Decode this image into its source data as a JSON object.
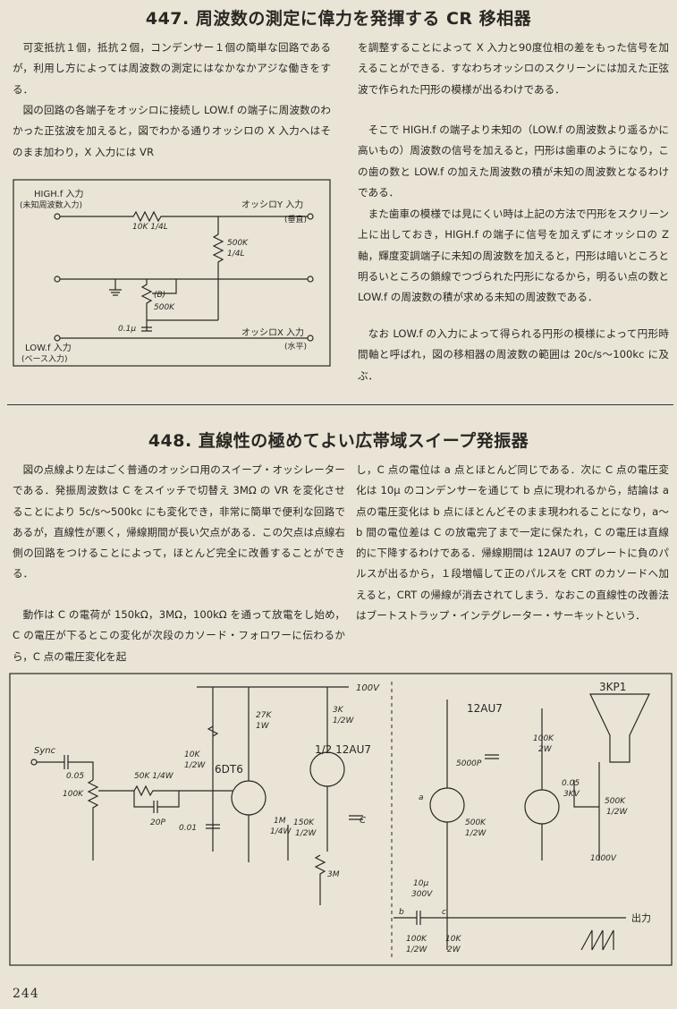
{
  "article447": {
    "title": "447. 周波数の測定に偉力を発揮する CR 移相器",
    "left_paragraphs": [
      "可変抵抗１個，抵抗２個，コンデンサー１個の簡単な回路であるが，利用し方によっては周波数の測定にはなかなかアジな働きをする．",
      "図の回路の各端子をオッシロに接続し LOW.f の端子に周波数のわかった正弦波を加えると，図でわかる通りオッシロの X 入力へはそのまま加わり，X 入力には VR"
    ],
    "right_paragraphs": [
      "を調整することによって X 入力と90度位相の差をもった信号を加えることができる．すなわちオッシロのスクリーンには加えた正弦波で作られた円形の模様が出るわけである．",
      "そこで HIGH.f の端子より未知の（LOW.f の周波数より遥るかに高いもの）周波数の信号を加えると，円形は歯車のようになり，この歯の数と LOW.f の加えた周波数の積が未知の周波数となるわけである．",
      "また歯車の模様では見にくい時は上記の方法で円形をスクリーン上に出しておき，HIGH.f の端子に信号を加えずにオッシロの Z 軸，輝度変調端子に未知の周波数を加えると，円形は暗いところと明るいところの鎖線でつづられた円形になるから，明るい点の数と LOW.f の周波数の積が求める未知の周波数である．",
      "なお LOW.f の入力によって得られる円形の模様によって円形時間軸と呼ばれ，図の移相器の周波数の範囲は 20c/s〜100kc に及ぶ．"
    ],
    "diagram": {
      "high_input": "HIGH.f 入力",
      "high_input_sub": "(未知周波数入力)",
      "osc_y": "オッシロY 入力",
      "osc_y_sub": "(垂直)",
      "r1": "10K 1/4L",
      "r2": "500K",
      "r2_sub": "1/4L",
      "vr_b": "(B)",
      "vr": "500K",
      "cap": "0.1μ",
      "osc_x": "オッシロX 入力",
      "osc_x_sub": "(水平)",
      "low_input": "LOW.f 入力",
      "low_input_sub": "(ベース入力)"
    }
  },
  "article448": {
    "title": "448. 直線性の極めてよい広帯域スイープ発振器",
    "left_paragraphs": [
      "図の点線より左はごく普通のオッシロ用のスイープ・オッシレーターである．発振周波数は C をスイッチで切替え 3MΩ の VR を変化させることにより 5c/s〜500kc にも変化でき，非常に簡単で便利な回路であるが，直線性が悪く，帰線期間が長い欠点がある．この欠点は点線右側の回路をつけることによって，ほとんど完全に改善することができる．",
      "動作は C の電荷が 150kΩ，3MΩ，100kΩ を通って放電をし始め，C の電圧が下るとこの変化が次段のカソード・フォロワーに伝わるから，C 点の電圧変化を起"
    ],
    "right_paragraphs": [
      "し，C 点の電位は a 点とほとんど同じである．次に C 点の電圧変化は 10μ のコンデンサーを通じて b 点に現われるから，結論は a 点の電圧変化は b 点にほとんどそのまま現われることになり，a〜b 間の電位差は C の放電完了まで一定に保たれ，C の電圧は直線的に下降するわけである．帰線期間は 12AU7 のプレートに負のパルスが出るから，１段増幅して正のパルスを CRT のカソードへ加えると，CRT の帰線が消去されてしまう．なおこの直線性の改善法はブートストラップ・インテグレーター・サーキットという．"
    ],
    "schematic": {
      "v100": "100V",
      "r3k": "3K",
      "r3k_w": "1/2W",
      "r27k": "27K",
      "r27k_w": "1W",
      "r10k": "10K",
      "r10k_w": "1/2W",
      "tube1": "1/2 12AU7",
      "tube2": "12AU7",
      "crt": "3KP1",
      "sync": "Sync",
      "c005": "0.05",
      "r100k": "100K",
      "r50k": "50K 1/4W",
      "c20p": "20P",
      "tube6dt6": "6DT6",
      "c001": "0.01",
      "r1m": "1M",
      "r1m_w": "1/4W",
      "r150k": "150K",
      "r150k_w": "1/2W",
      "c": "C",
      "vr3m": "3M",
      "c5000p": "5000P",
      "node_a": "a",
      "r500k": "500K",
      "r500k_w": "1/2W",
      "r100k2": "100K",
      "r100k2_w": "2W",
      "c005b": "0.05",
      "v3kv": "3KV",
      "r500k2": "500K",
      "r500k2_w": "1/2W",
      "v1000": "1000V",
      "c10u": "10μ",
      "c10u_v": "300V",
      "node_b": "b",
      "node_c": "c",
      "r100k3": "100K",
      "r100k3_w": "1/2W",
      "r10k2": "10K",
      "r10k2_w": "2W",
      "output": "出力"
    }
  },
  "page_number": "244"
}
